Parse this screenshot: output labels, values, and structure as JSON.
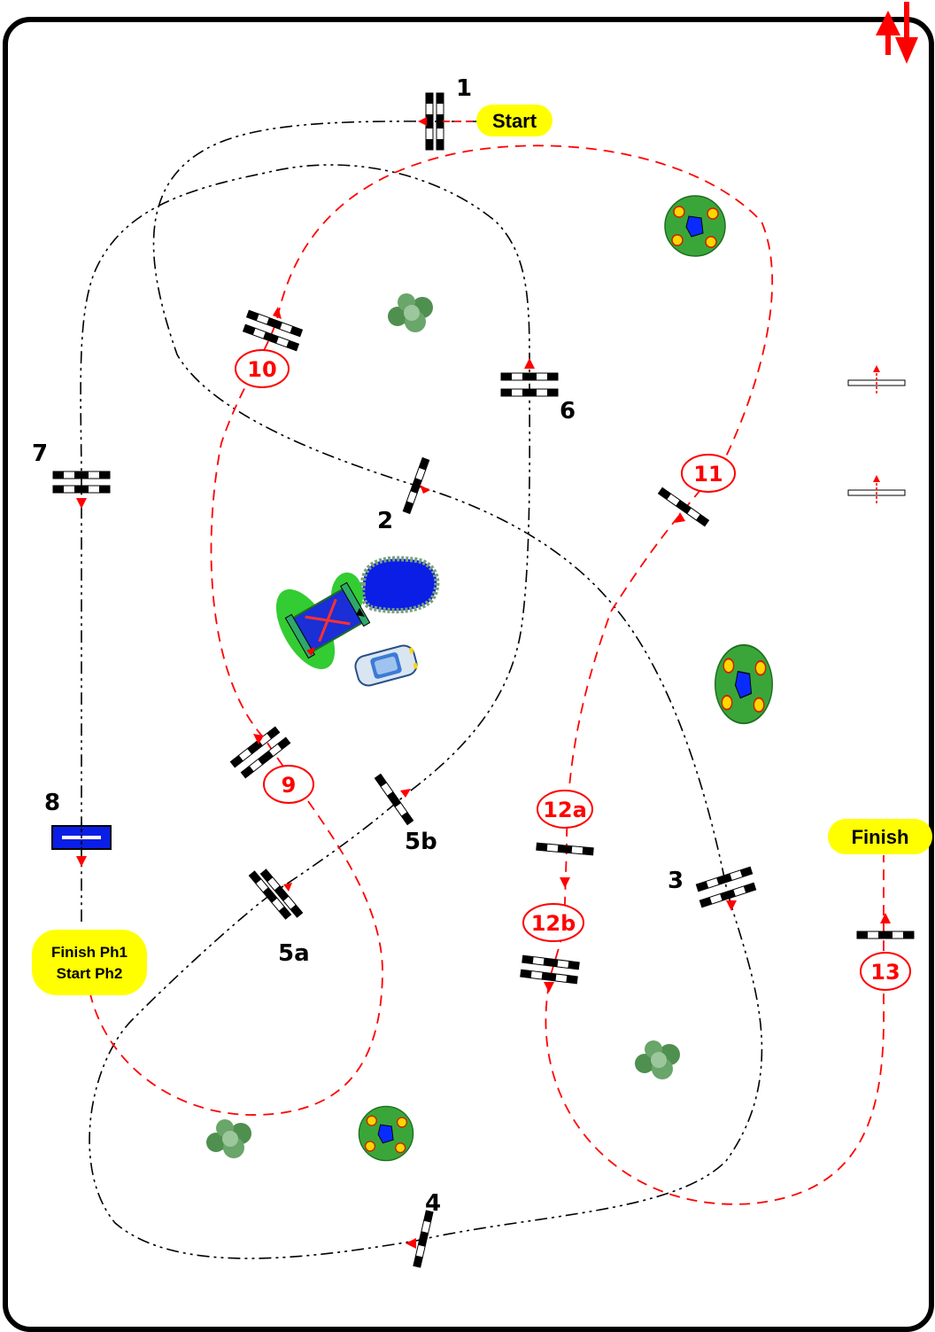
{
  "arena": {
    "north_arrow": "north-south-arrow-icon",
    "black_path_color": "#000000",
    "red_path_color": "#ff0000",
    "pill_color": "#ffff00"
  },
  "pills": {
    "start": "Start",
    "finish": "Finish",
    "phase_line1": "Finish Ph1",
    "phase_line2": "Start Ph2"
  },
  "phase1_labels": {
    "f1": "1",
    "f2": "2",
    "f3": "3",
    "f4": "4",
    "f5a": "5a",
    "f5b": "5b",
    "f6": "6",
    "f7": "7",
    "f8": "8"
  },
  "phase2_labels": {
    "f9": "9",
    "f10": "10",
    "f11": "11",
    "f12a": "12a",
    "f12b": "12b",
    "f13": "13"
  },
  "props": [
    "bush-icon",
    "flower-bed-icon",
    "water-jump-icon",
    "pond-icon",
    "car-icon"
  ]
}
